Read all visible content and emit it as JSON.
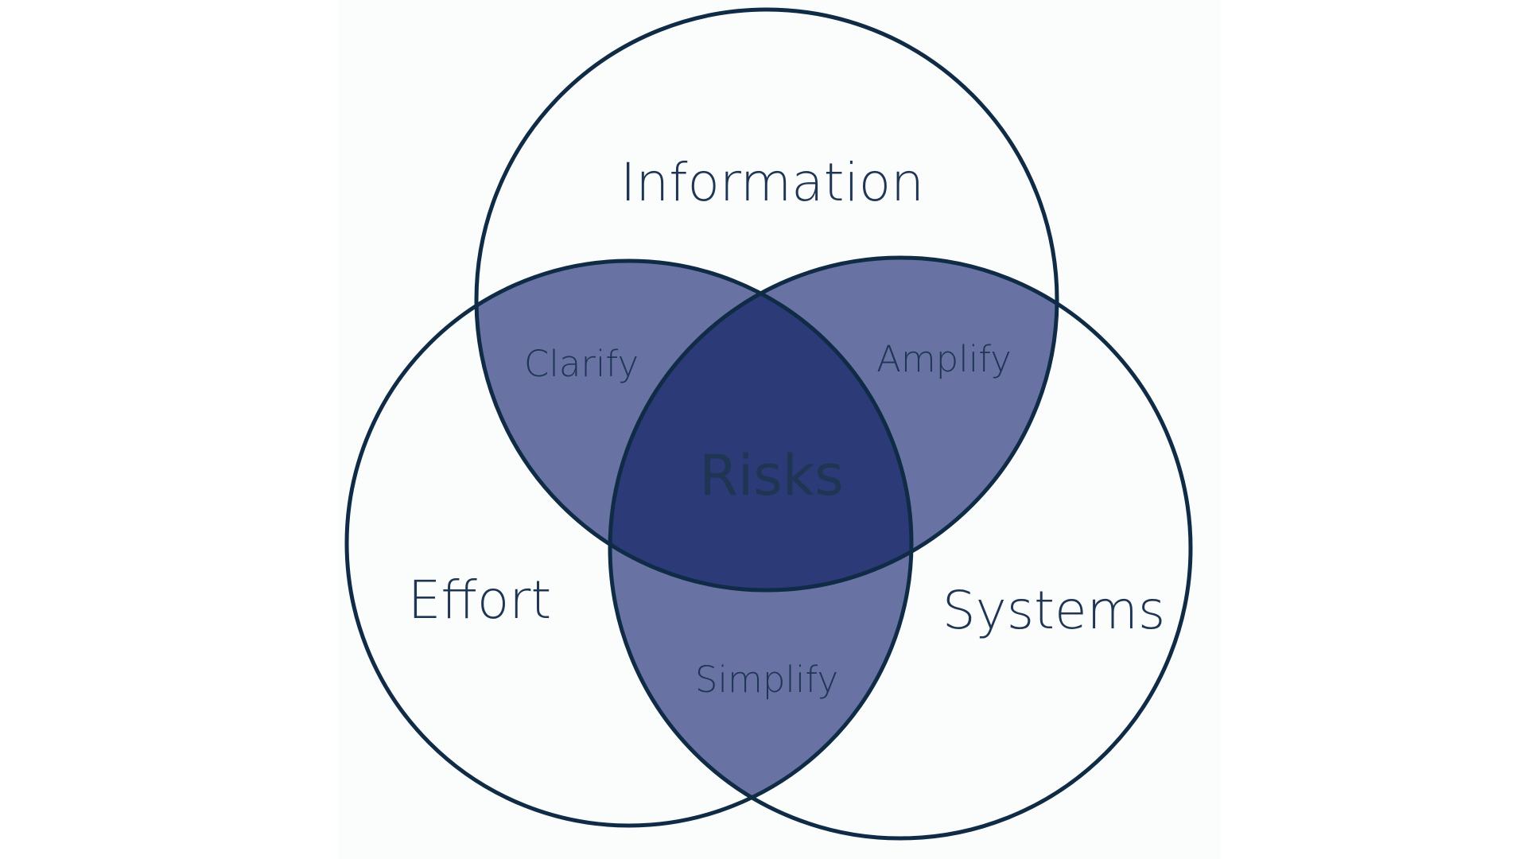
{
  "diagram": {
    "sets": {
      "information": "Information",
      "effort": "Effort",
      "systems": "Systems"
    },
    "overlaps": {
      "information_effort": "Clarify",
      "information_systems": "Amplify",
      "effort_systems": "Simplify",
      "center": "Risks"
    },
    "colors": {
      "outline": "#0f2b45",
      "pair_fill": "#6873a4",
      "center_fill": "#2c3a77",
      "label_dark": "#1e3553",
      "label_light": "#ffffff",
      "background": "#fbfcfc"
    }
  }
}
